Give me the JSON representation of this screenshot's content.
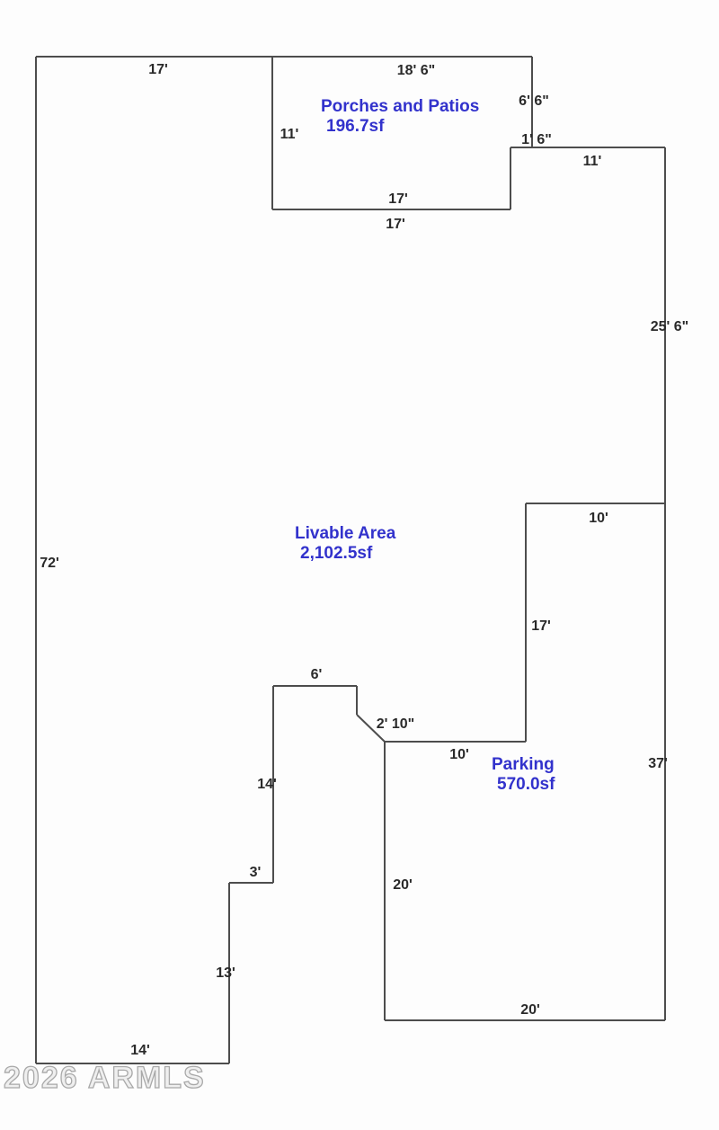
{
  "watermark": "2026 ARMLS",
  "colors": {
    "wall_line": "#4d4d4d",
    "dimension_text": "#2a2a2a",
    "area_text": "#3232cc",
    "background": "#fdfdfd",
    "watermark_gray": "#a9a9a9"
  },
  "areas": {
    "porches": {
      "name": "Porches and Patios",
      "size": "196.7sf"
    },
    "livable": {
      "name": "Livable Area",
      "size": "2,102.5sf"
    },
    "parking": {
      "name": "Parking",
      "size": "570.0sf"
    }
  },
  "dimensions": {
    "top_left": "17'",
    "porch_top": "18' 6\"",
    "porch_right": "6' 6\"",
    "porch_step": "1' 6\"",
    "right_wing_top": "11'",
    "porch_left": "11'",
    "porch_bottom_inner": "17'",
    "porch_bottom_outer": "17'",
    "right_upper": "25' 6\"",
    "left_side": "72'",
    "parking_top": "10'",
    "parking_left_upper": "17'",
    "notch_top": "6'",
    "notch_diagonal": "2' 10\"",
    "parking_step": "10'",
    "right_lower": "37'",
    "left_mid": "14'",
    "step_small": "3'",
    "parking_left_lower": "20'",
    "left_lower": "13'",
    "parking_bottom": "20'",
    "bottom_left": "14'"
  }
}
